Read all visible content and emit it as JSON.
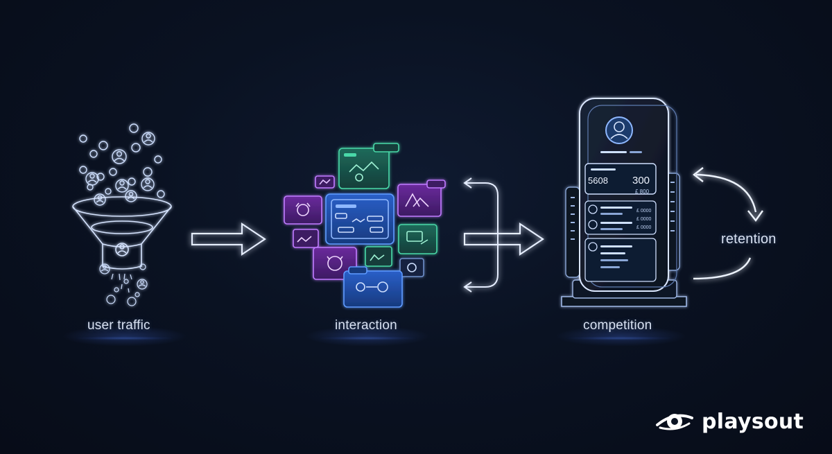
{
  "stages": {
    "user_traffic": "user traffic",
    "interaction": "interaction",
    "competition": "competition",
    "retention": "retention"
  },
  "leaderboard": {
    "score_left": "5608",
    "score_right": "300",
    "sub_value": "£ 800",
    "row1_value_a": "£ 0000",
    "row1_value_b": "£ 0000",
    "row1_value_c": "£ 0000"
  },
  "brand": {
    "name": "playsout"
  },
  "colors": {
    "outline_blue": "#cfe0ff",
    "green_card": "#3fc79a",
    "purple_card": "#b35cf0",
    "blue_card": "#3a7ff2",
    "accent_glow": "#5a8cff"
  },
  "icons": [
    "user-icon",
    "funnel-icon",
    "arrow-right-icon",
    "loop-arrow-icon",
    "phone-leaderboard-icon",
    "planet-logo-icon"
  ]
}
